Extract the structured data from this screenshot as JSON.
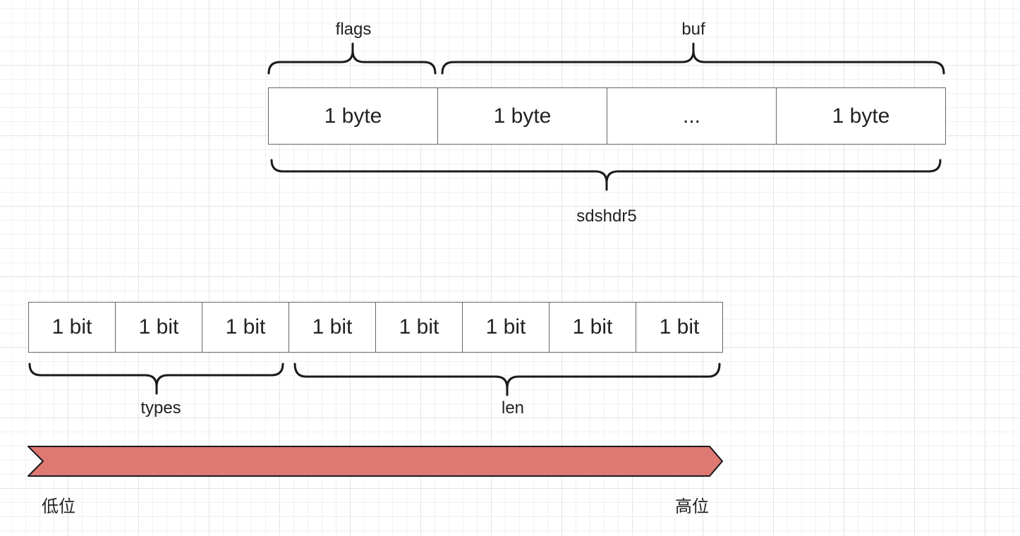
{
  "top_diagram": {
    "cells": [
      "1 byte",
      "1 byte",
      "...",
      "1 byte"
    ],
    "labels": {
      "flags": "flags",
      "buf": "buf",
      "struct": "sdshdr5"
    }
  },
  "bottom_diagram": {
    "cells": [
      "1 bit",
      "1 bit",
      "1 bit",
      "1 bit",
      "1 bit",
      "1 bit",
      "1 bit",
      "1 bit"
    ],
    "labels": {
      "types": "types",
      "len": "len"
    }
  },
  "arrow": {
    "color": "#de7873",
    "low_label": "低位",
    "high_label": "高位"
  }
}
